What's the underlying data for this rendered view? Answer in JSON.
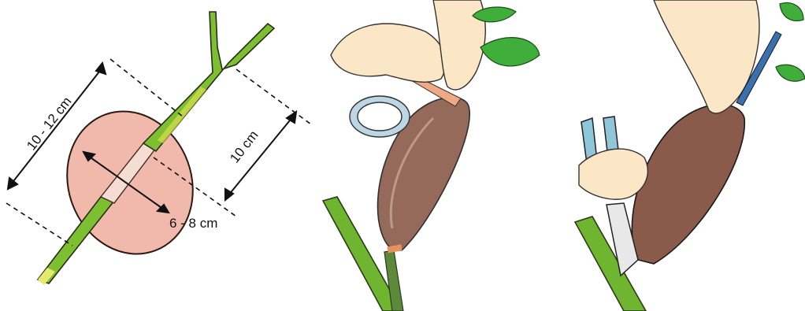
{
  "labels": {
    "length": "10 - 12 cm",
    "inner_length": "10 cm",
    "width": "6 - 8 cm"
  },
  "colors": {
    "stem_green": "#6fb52f",
    "stem_yellow": "#d8e04a",
    "bark_pink": "#f2c3b4",
    "moss_ball_fill": "#f1b9ab",
    "plastic_wrap_brown": "#8a5a4a",
    "twine_orange": "#e7915f",
    "leaf_green": "#3fae3a",
    "pruner_blue": "#8fc6d8",
    "skin_tone": "#fbe6c6"
  },
  "panels": [
    {
      "id": "panel-1",
      "step": "layer-dimensions"
    },
    {
      "id": "panel-2",
      "step": "wrapping-layer"
    },
    {
      "id": "panel-3",
      "step": "cutting-rooted-layer"
    }
  ]
}
